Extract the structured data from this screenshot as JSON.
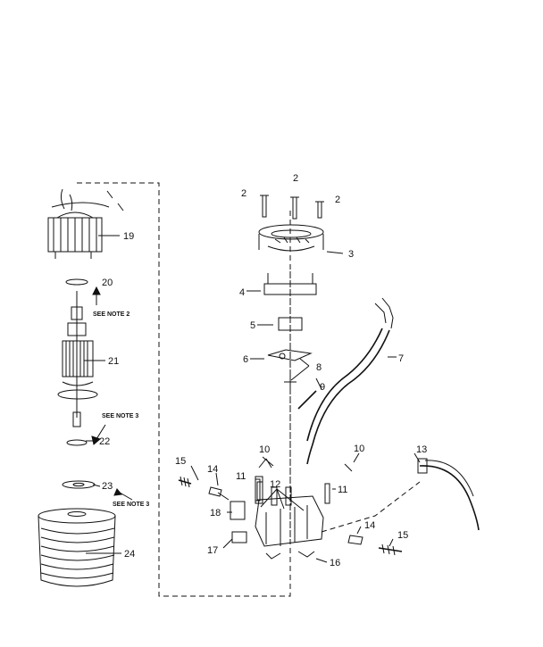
{
  "labels": {
    "p2a": "2",
    "p2b": "2",
    "p2c": "2",
    "p3": "3",
    "p4": "4",
    "p5": "5",
    "p6": "6",
    "p7": "7",
    "p8": "8",
    "p9": "9",
    "p10a": "10",
    "p10b": "10",
    "p11a": "11",
    "p11b": "11",
    "p12": "12",
    "p13": "13",
    "p14a": "14",
    "p14b": "14",
    "p15a": "15",
    "p15b": "15",
    "p16": "16",
    "p17": "17",
    "p18": "18",
    "p19": "19",
    "p20": "20",
    "p21": "21",
    "p22": "22",
    "p23": "23",
    "p24": "24"
  },
  "notes": {
    "n2": "SEE NOTE 2",
    "n3a": "SEE NOTE 3",
    "n3b": "SEE NOTE 3"
  }
}
